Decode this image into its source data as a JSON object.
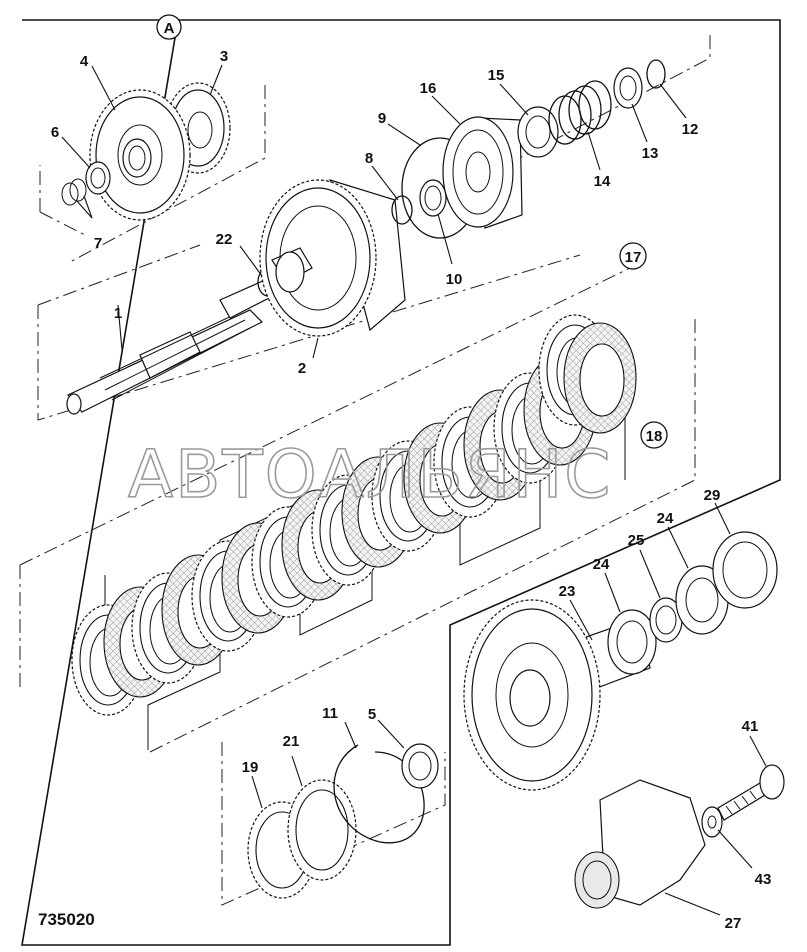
{
  "diagram": {
    "section_label": "A",
    "drawing_number": "735020",
    "watermark": "АВТОАЛЬЯНС",
    "callouts": [
      {
        "id": "p1",
        "text": "1"
      },
      {
        "id": "p2",
        "text": "2"
      },
      {
        "id": "p3",
        "text": "3"
      },
      {
        "id": "p4",
        "text": "4"
      },
      {
        "id": "p5",
        "text": "5"
      },
      {
        "id": "p6",
        "text": "6"
      },
      {
        "id": "p7",
        "text": "7"
      },
      {
        "id": "p8",
        "text": "8"
      },
      {
        "id": "p9",
        "text": "9"
      },
      {
        "id": "p10",
        "text": "10"
      },
      {
        "id": "p11",
        "text": "11"
      },
      {
        "id": "p12",
        "text": "12"
      },
      {
        "id": "p13",
        "text": "13"
      },
      {
        "id": "p14",
        "text": "14"
      },
      {
        "id": "p15",
        "text": "15"
      },
      {
        "id": "p16",
        "text": "16"
      },
      {
        "id": "p17",
        "text": "17"
      },
      {
        "id": "p18",
        "text": "18"
      },
      {
        "id": "p19",
        "text": "19"
      },
      {
        "id": "p21",
        "text": "21"
      },
      {
        "id": "p22",
        "text": "22"
      },
      {
        "id": "p23",
        "text": "23"
      },
      {
        "id": "p24a",
        "text": "24"
      },
      {
        "id": "p24b",
        "text": "24"
      },
      {
        "id": "p25",
        "text": "25"
      },
      {
        "id": "p27",
        "text": "27"
      },
      {
        "id": "p29",
        "text": "29"
      },
      {
        "id": "p41",
        "text": "41"
      },
      {
        "id": "p43",
        "text": "43"
      }
    ]
  }
}
